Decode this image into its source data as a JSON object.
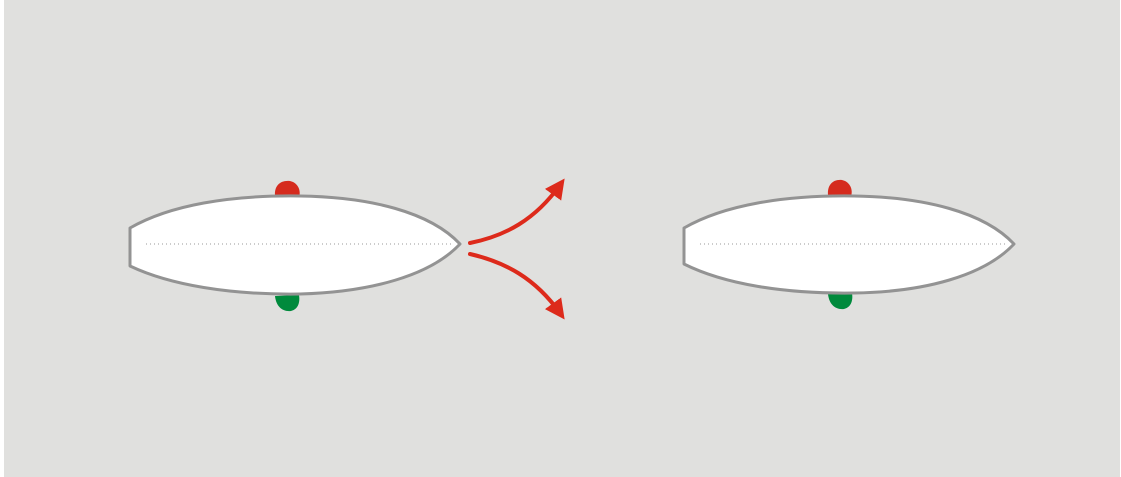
{
  "colors": {
    "background": "#e0e0de",
    "page": "#ffffff",
    "hull_fill": "#ffffff",
    "hull_outline": "#939393",
    "centerline": "#9a9a9a",
    "port_light": "#d52b1e",
    "starboard_light": "#008a3c",
    "arrow": "#dd2a1b"
  },
  "diagram": {
    "boats": [
      {
        "id": "boat-left",
        "lights": [
          "port-light-red",
          "starboard-light-green"
        ],
        "heading": "right"
      },
      {
        "id": "boat-right",
        "lights": [
          "port-light-red",
          "starboard-light-green"
        ],
        "heading": "right"
      }
    ],
    "arrows": [
      {
        "id": "arrow-up",
        "direction": "up-right",
        "icon": "curved-arrow-icon"
      },
      {
        "id": "arrow-down",
        "direction": "down-right",
        "icon": "curved-arrow-icon"
      }
    ]
  }
}
